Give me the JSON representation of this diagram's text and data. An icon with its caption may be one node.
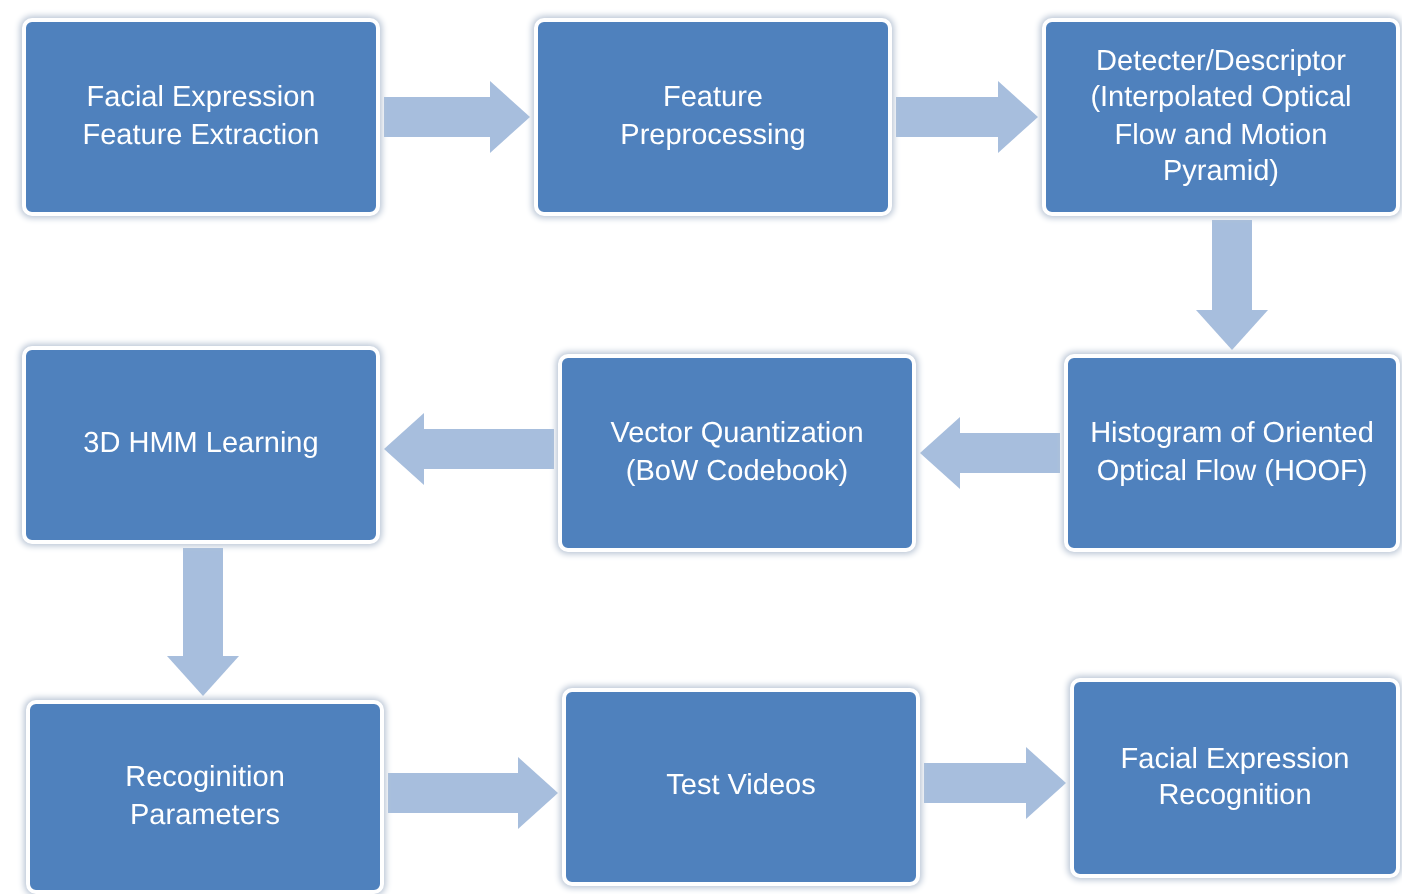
{
  "diagram": {
    "nodes": [
      {
        "text": [
          "Facial Expression Feature Extraction"
        ]
      },
      {
        "text": [
          "Feature Preprocessing"
        ]
      },
      {
        "text": [
          "Detecter/Descriptor (Interpolated Optical Flow and Motion Pyramid)"
        ]
      },
      {
        "text": [
          "Histogram of Oriented Optical Flow (HOOF)"
        ]
      },
      {
        "text": [
          "Vector Quantization (BoW Codebook)"
        ]
      },
      {
        "text": [
          "3D HMM Learning"
        ]
      },
      {
        "text": [
          "Recoginition Parameters"
        ]
      },
      {
        "text": [
          "Test Videos"
        ]
      },
      {
        "text": [
          "Facial Expression Recognition"
        ]
      }
    ],
    "edges": [
      {
        "from": 0,
        "to": 1,
        "arrow": "to"
      },
      {
        "from": 1,
        "to": 2,
        "arrow": "to"
      },
      {
        "from": 2,
        "to": 3,
        "arrow": "to"
      },
      {
        "from": 3,
        "to": 4,
        "arrow": "to"
      },
      {
        "from": 4,
        "to": 5,
        "arrow": "to"
      },
      {
        "from": 5,
        "to": 6,
        "arrow": "to"
      },
      {
        "from": 6,
        "to": 7,
        "arrow": "to"
      },
      {
        "from": 7,
        "to": 8,
        "arrow": "to"
      }
    ]
  }
}
